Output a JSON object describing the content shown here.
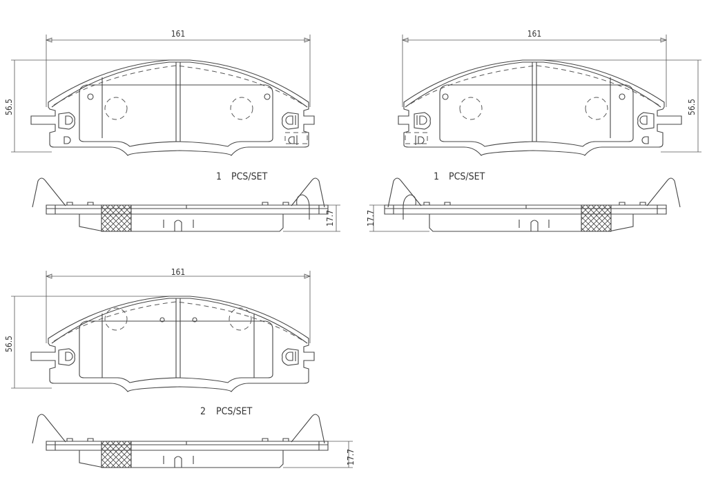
{
  "drawings": [
    {
      "id": "pad-a",
      "width_label": "161",
      "height_label": "56.5",
      "thickness_label": "17.7",
      "qty": "1",
      "qty_unit": "PCS/SET",
      "mirrored": false
    },
    {
      "id": "pad-b",
      "width_label": "161",
      "height_label": "56.5",
      "thickness_label": "17.7",
      "qty": "1",
      "qty_unit": "PCS/SET",
      "mirrored": true
    },
    {
      "id": "pad-c",
      "width_label": "161",
      "height_label": "56.5",
      "thickness_label": "17.7",
      "qty": "2",
      "qty_unit": "PCS/SET",
      "mirrored": false
    }
  ],
  "colors": {
    "line": "#444444",
    "background": "#ffffff"
  }
}
